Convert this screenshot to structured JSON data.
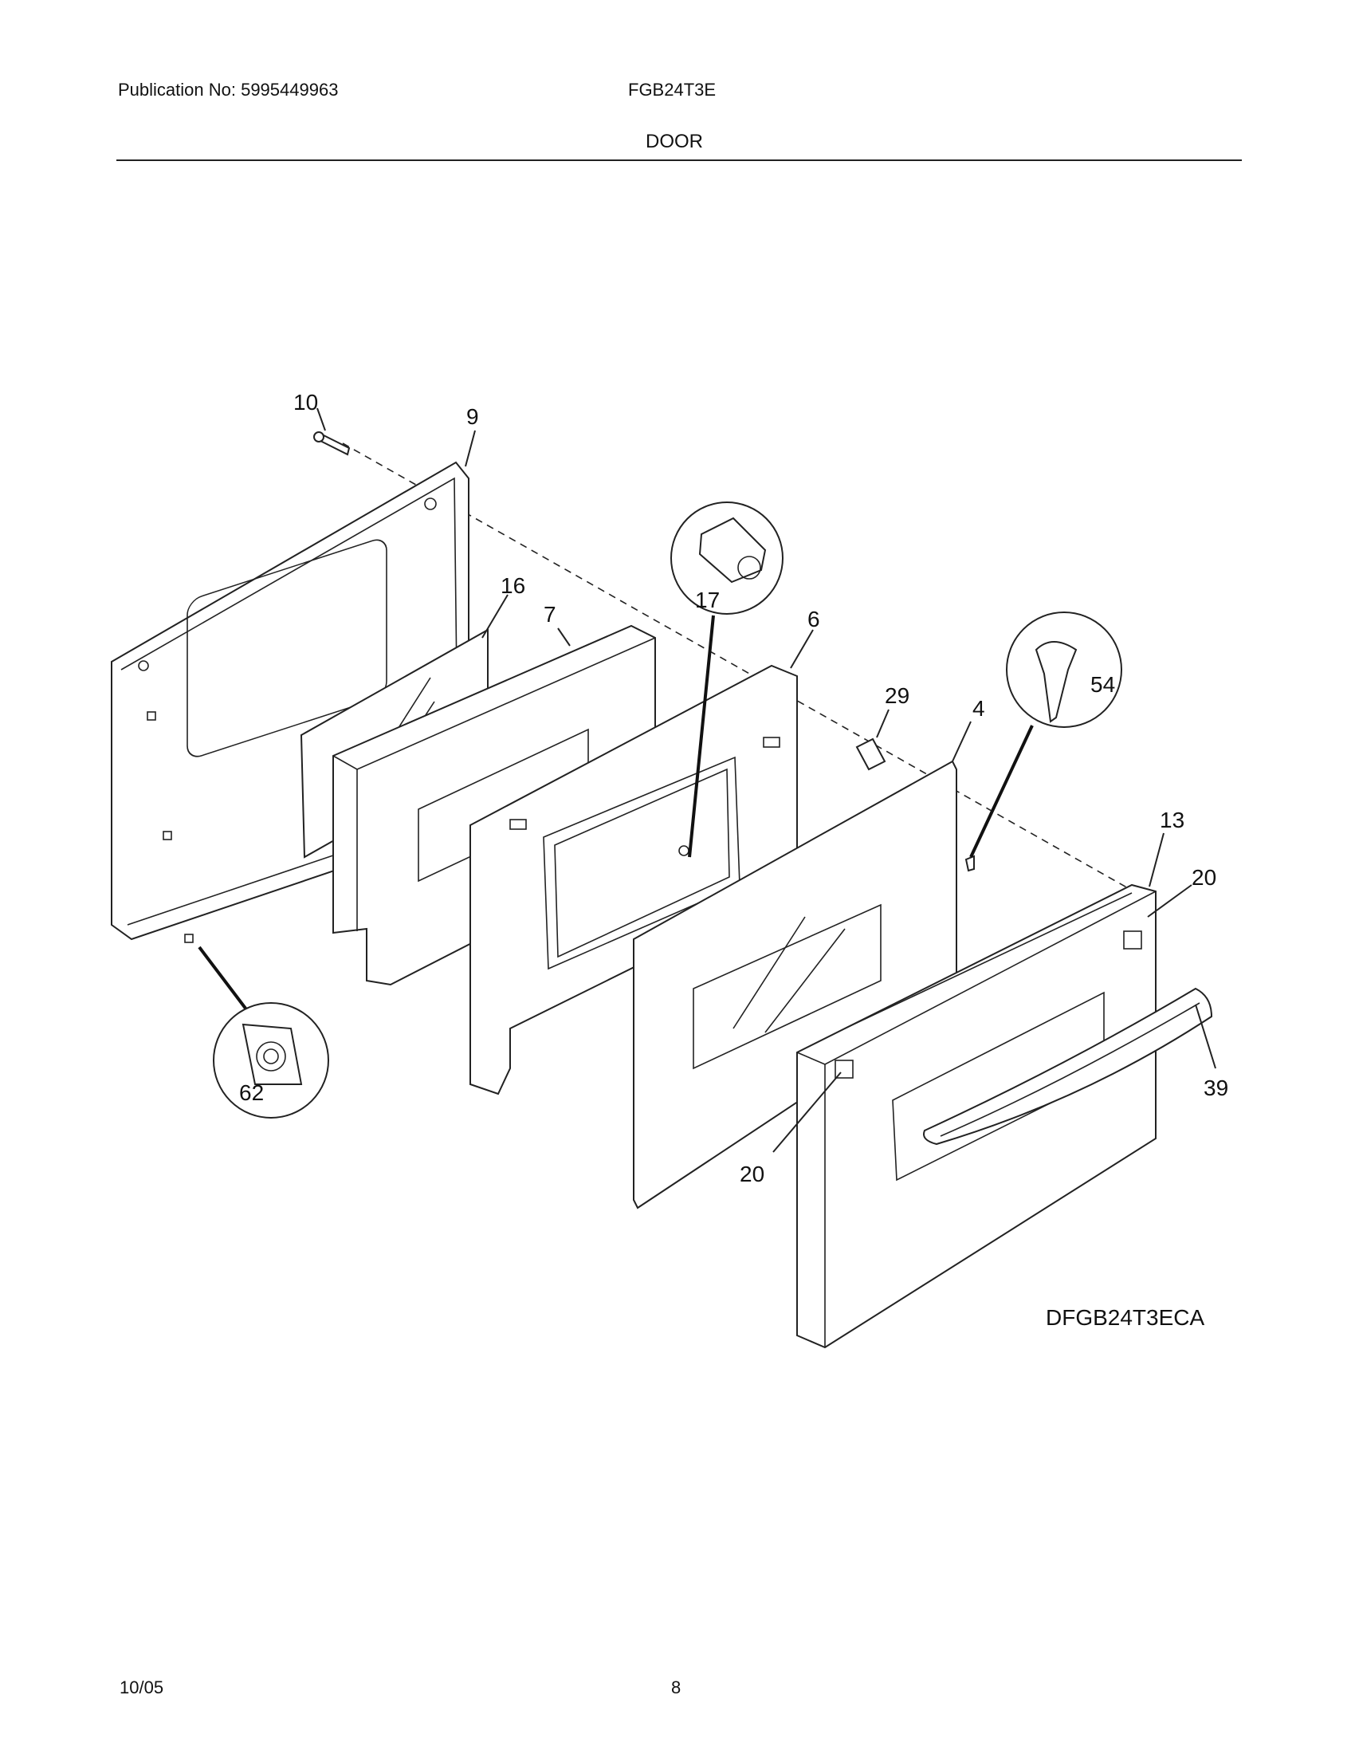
{
  "header": {
    "publication": "Publication No: 5995449963",
    "model": "FGB24T3E",
    "section": "DOOR"
  },
  "diagram": {
    "code": "DFGB24T3ECA",
    "callouts": {
      "c10": "10",
      "c9": "9",
      "c16": "16",
      "c7": "7",
      "c17": "17",
      "c6": "6",
      "c29": "29",
      "c4": "4",
      "c54": "54",
      "c13": "13",
      "c20a": "20",
      "c39": "39",
      "c20b": "20",
      "c62": "62"
    }
  },
  "footer": {
    "date": "10/05",
    "page": "8"
  }
}
